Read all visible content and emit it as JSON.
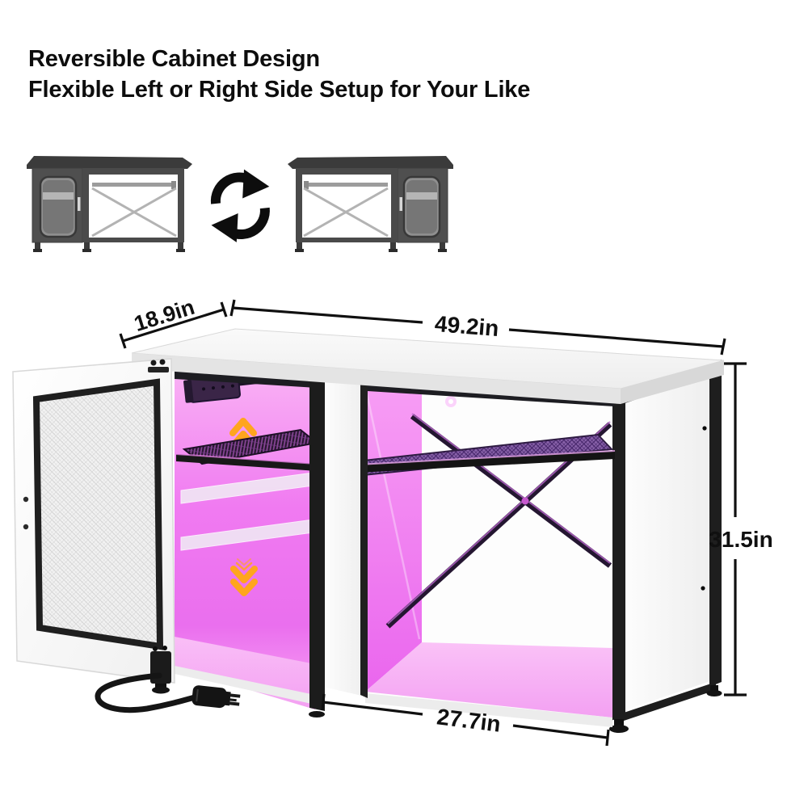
{
  "title": {
    "line1": "Reversible Cabinet Design",
    "line2": "Flexible Left or Right Side Setup for Your Like"
  },
  "dimensions": {
    "depth": "18.9in",
    "width": "49.2in",
    "height": "31.5in",
    "front_width": "27.7in"
  },
  "colors": {
    "led_pink": "#ee7df0",
    "shelf_purple": "#8a63ab",
    "arrow_orange": "#ffa51e",
    "frame_black": "#1c1c1c",
    "thumbnail_gray": "#4e4e4e"
  }
}
